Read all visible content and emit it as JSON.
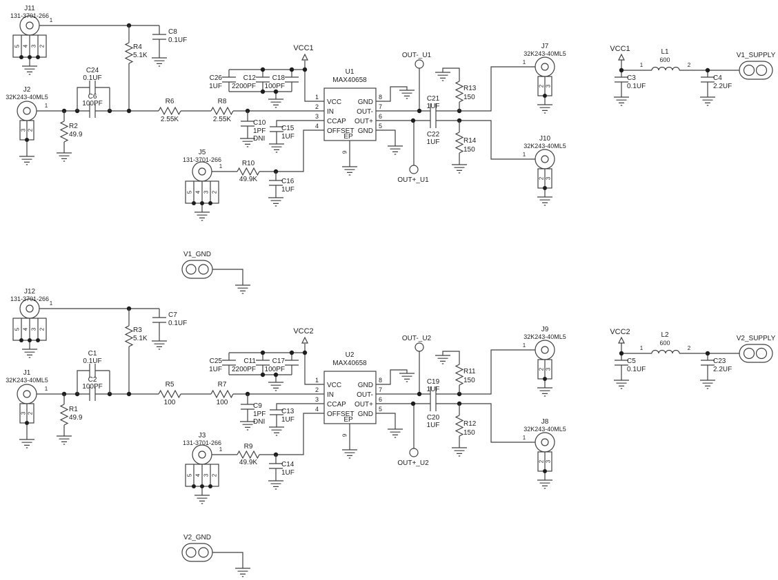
{
  "schematic": {
    "kind": "dual-channel transimpedance amplifier evaluation schematic",
    "line_color": "#3f3f3f",
    "background": "#ffffff"
  },
  "digits": {
    "d1": "1",
    "d2": "2",
    "d3": "3",
    "d4": "4",
    "d5": "5"
  },
  "ic_pins": {
    "left": [
      {
        "n": "1",
        "name": "VCC"
      },
      {
        "n": "2",
        "name": "IN"
      },
      {
        "n": "3",
        "name": "CCAP"
      },
      {
        "n": "4",
        "name": "OFFSET"
      }
    ],
    "right": [
      {
        "n": "8",
        "name": "GND"
      },
      {
        "n": "7",
        "name": "OUT-"
      },
      {
        "n": "6",
        "name": "OUT+"
      },
      {
        "n": "5",
        "name": "GND"
      }
    ],
    "ep": "EP",
    "ep_pin": "9"
  },
  "circuits": [
    {
      "tp_jack": {
        "ref": "J11",
        "part": "131-3701-266"
      },
      "in_jack": {
        "ref": "J2",
        "part": "32K243-40ML5"
      },
      "mon_jack": {
        "ref": "J5",
        "part": "131-3701-266"
      },
      "out_neg_jack": {
        "ref": "J7",
        "part": "32K243-40ML5"
      },
      "out_pos_jack": {
        "ref": "J10",
        "part": "32K243-40ML5"
      },
      "ic": {
        "ref": "U1",
        "part": "MAX40658"
      },
      "vcc": "VCC1",
      "bias_cap": {
        "ref": "C8",
        "val": "0.1UF"
      },
      "bias_res": {
        "ref": "R4",
        "val": "5.1K"
      },
      "term_res": {
        "ref": "R2",
        "val": "49.9"
      },
      "coup_cap1": {
        "ref": "C24",
        "val": "0.1UF"
      },
      "coup_cap2": {
        "ref": "C6",
        "val": "100PF"
      },
      "ser_res1": {
        "ref": "R6",
        "val": "2.55K"
      },
      "ser_res2": {
        "ref": "R8",
        "val": "2.55K"
      },
      "in_cap": {
        "ref": "C10",
        "val": "1PF",
        "note": "DNI"
      },
      "byp_cap1": {
        "ref": "C26",
        "val": "1UF"
      },
      "byp_cap2": {
        "ref": "C12",
        "val": "2200PF"
      },
      "byp_cap3": {
        "ref": "C18",
        "val": "100PF"
      },
      "ccap_cap": {
        "ref": "C15",
        "val": "1UF"
      },
      "off_res": {
        "ref": "R10",
        "val": "49.9K"
      },
      "off_cap": {
        "ref": "C16",
        "val": "1UF"
      },
      "tp_out_neg": "OUT-_U1",
      "tp_out_pos": "OUT+_U1",
      "out_neg_cap": {
        "ref": "C21",
        "val": "1UF"
      },
      "out_pos_cap": {
        "ref": "C22",
        "val": "1UF"
      },
      "out_neg_res": {
        "ref": "R13",
        "val": "150"
      },
      "out_pos_res": {
        "ref": "R14",
        "val": "150"
      },
      "ind": {
        "ref": "L1",
        "val": "600"
      },
      "sup_cap1": {
        "ref": "C3",
        "val": "0.1UF"
      },
      "sup_cap2": {
        "ref": "C4",
        "val": "2.2UF"
      },
      "supply": "V1_SUPPLY",
      "gnd_conn": "V1_GND"
    },
    {
      "tp_jack": {
        "ref": "J12",
        "part": "131-3701-266"
      },
      "in_jack": {
        "ref": "J1",
        "part": "32K243-40ML5"
      },
      "mon_jack": {
        "ref": "J3",
        "part": "131-3701-266"
      },
      "out_neg_jack": {
        "ref": "J9",
        "part": "32K243-40ML5"
      },
      "out_pos_jack": {
        "ref": "J8",
        "part": "32K243-40ML5"
      },
      "ic": {
        "ref": "U2",
        "part": "MAX40658"
      },
      "vcc": "VCC2",
      "bias_cap": {
        "ref": "C7",
        "val": "0.1UF"
      },
      "bias_res": {
        "ref": "R3",
        "val": "5.1K"
      },
      "term_res": {
        "ref": "R1",
        "val": "49.9"
      },
      "coup_cap1": {
        "ref": "C1",
        "val": "0.1UF"
      },
      "coup_cap2": {
        "ref": "C2",
        "val": "100PF"
      },
      "ser_res1": {
        "ref": "R5",
        "val": "100"
      },
      "ser_res2": {
        "ref": "R7",
        "val": "100"
      },
      "in_cap": {
        "ref": "C9",
        "val": "1PF",
        "note": "DNI"
      },
      "byp_cap1": {
        "ref": "C25",
        "val": "1UF"
      },
      "byp_cap2": {
        "ref": "C11",
        "val": "2200PF"
      },
      "byp_cap3": {
        "ref": "C17",
        "val": "100PF"
      },
      "ccap_cap": {
        "ref": "C13",
        "val": "1UF"
      },
      "off_res": {
        "ref": "R9",
        "val": "49.9K"
      },
      "off_cap": {
        "ref": "C14",
        "val": "1UF"
      },
      "tp_out_neg": "OUT-_U2",
      "tp_out_pos": "OUT+_U2",
      "out_neg_cap": {
        "ref": "C19",
        "val": "1UF"
      },
      "out_pos_cap": {
        "ref": "C20",
        "val": "1UF"
      },
      "out_neg_res": {
        "ref": "R11",
        "val": "150"
      },
      "out_pos_res": {
        "ref": "R12",
        "val": "150"
      },
      "ind": {
        "ref": "L2",
        "val": "600"
      },
      "sup_cap1": {
        "ref": "C5",
        "val": "0.1UF"
      },
      "sup_cap2": {
        "ref": "C23",
        "val": "2.2UF"
      },
      "supply": "V2_SUPPLY",
      "gnd_conn": "V2_GND"
    }
  ]
}
